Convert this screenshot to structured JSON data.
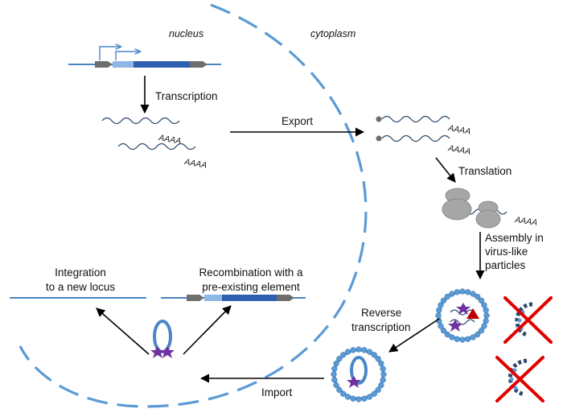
{
  "compartments": {
    "nucleus": "nucleus",
    "cytoplasm": "cytoplasm"
  },
  "steps": {
    "transcription": "Transcription",
    "export": "Export",
    "translation": "Translation",
    "assembly_1": "Assembly in",
    "assembly_2": "virus-like",
    "assembly_3": "particles",
    "reverse_1": "Reverse",
    "reverse_2": "transcription",
    "import": "Import",
    "integration_1": "Integration",
    "integration_2": "to a new locus",
    "recombination_1": "Recombination with a",
    "recombination_2": "pre-existing element"
  },
  "polya": "AAAA",
  "colors": {
    "membrane": "#5b9bd5",
    "dna_line": "#2e75b6",
    "element_dark": "#2f5fb0",
    "element_light": "#5b9bd5",
    "ltr_gray": "#6e6e6e",
    "rna": "#2d4a6b",
    "ribosome": "#a6a6a6",
    "vlp_bead": "#5b9bd5",
    "enzyme_purple": "#7030a0",
    "protein_red": "#c00000",
    "cross": "#e00000"
  }
}
